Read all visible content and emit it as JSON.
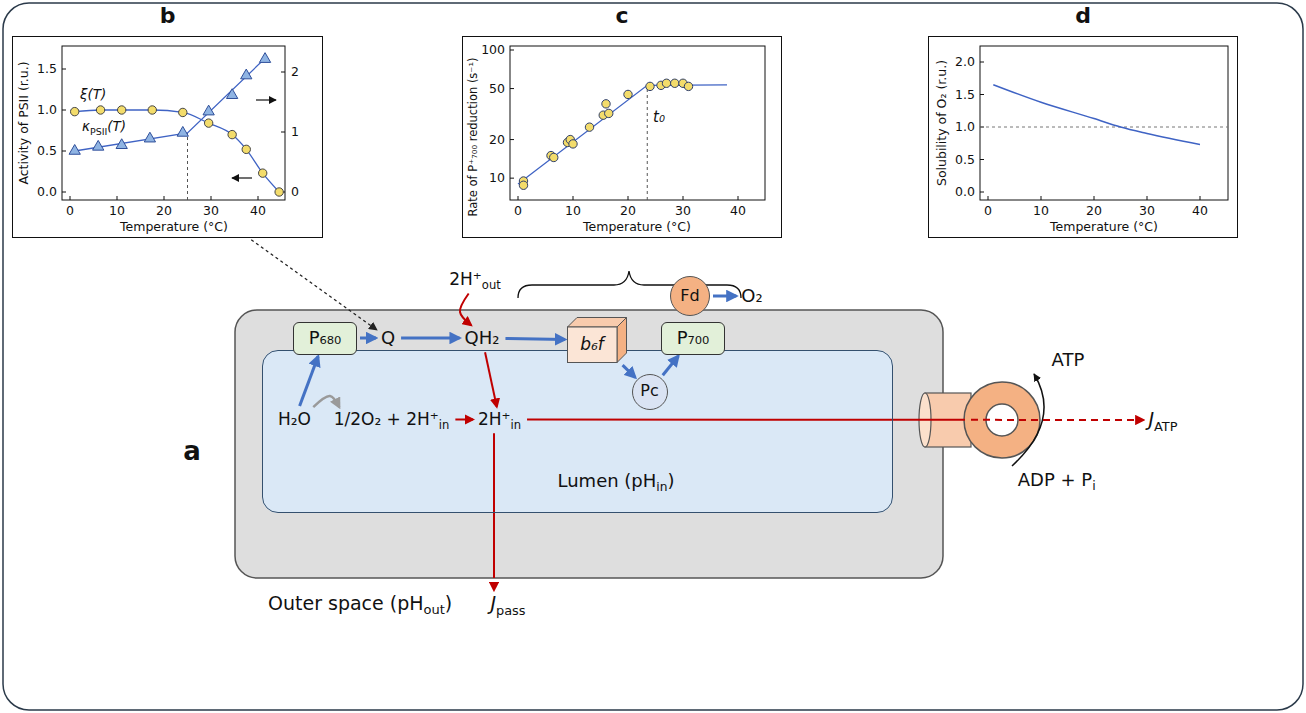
{
  "diagram": {
    "nodes": [
      {
        "text": [
          "b"
        ]
      },
      {
        "text": [
          "c"
        ]
      },
      {
        "text": [
          "d"
        ]
      },
      {
        "text": [
          "Lumen (pH",
          "in",
          ")"
        ]
      },
      {
        "text": [
          "P₆₈₀"
        ]
      },
      {
        "text": [
          "Q"
        ]
      },
      {
        "text": [
          "QH₂"
        ]
      },
      {
        "text": [
          "b₆f"
        ]
      },
      {
        "text": [
          "Pc"
        ],
        "in": 3
      },
      {
        "text": [
          "P₇₀₀"
        ]
      },
      {
        "text": [
          "Fd"
        ]
      },
      {
        "text": [
          "O₂"
        ]
      },
      {
        "text": [
          "H₂O"
        ],
        "in": 3
      },
      {
        "text": [
          "1/2O₂ + 2H⁺",
          "in"
        ],
        "in": 3
      },
      {
        "text": [
          "2H⁺",
          "in"
        ],
        "in": 3
      },
      {
        "text": [
          "2H⁺",
          "out"
        ]
      },
      {
        "text": [
          "J",
          "ATP"
        ]
      },
      {
        "text": [
          "J",
          "pass"
        ]
      }
    ],
    "edges": [
      {
        "from": 0,
        "to": 5,
        "arrow": "to"
      },
      {
        "from": 4,
        "to": 5,
        "arrow": "to"
      },
      {
        "from": 5,
        "to": 6,
        "arrow": "to"
      },
      {
        "from": 6,
        "to": 7,
        "arrow": "to"
      },
      {
        "from": 7,
        "to": 8,
        "arrow": "to"
      },
      {
        "from": 8,
        "to": 9,
        "arrow": "to"
      },
      {
        "from": 10,
        "to": 11,
        "arrow": "to"
      },
      {
        "from": 12,
        "to": 4,
        "arrow": "to"
      },
      {
        "from": 12,
        "to": 13,
        "arrow": "to"
      },
      {
        "from": 15,
        "to": 6,
        "arrow": "to"
      },
      {
        "from": 6,
        "to": 14,
        "arrow": "to"
      },
      {
        "from": 13,
        "to": 14,
        "arrow": "to"
      },
      {
        "from": 14,
        "to": 16,
        "arrow": "to"
      },
      {
        "from": 14,
        "to": 17,
        "arrow": "to"
      }
    ],
    "labels": [
      "a",
      "Activity of PSII (r.u.)",
      "0.0",
      "0.5",
      "1.0",
      "1.5",
      "0",
      "1",
      "2",
      "0",
      "10",
      "20",
      "30",
      "40",
      "Temperature (°C)",
      "ξ(T)",
      "κ",
      "PSII",
      "(T)",
      "Rate of P⁺₇₀₀ reduction (s⁻¹)",
      "10",
      "20",
      "50",
      "100",
      "0",
      "10",
      "20",
      "30",
      "40",
      "Temperature (°C)",
      "t₀",
      "Solubility of O₂ (r.u.)",
      "0.0",
      "0.5",
      "1.0",
      "1.5",
      "2.0",
      "0",
      "10",
      "20",
      "30",
      "40",
      "Temperature (°C)",
      "ATP",
      "ADP + P",
      "i",
      "Outer space (pH",
      "out",
      ")"
    ]
  }
}
